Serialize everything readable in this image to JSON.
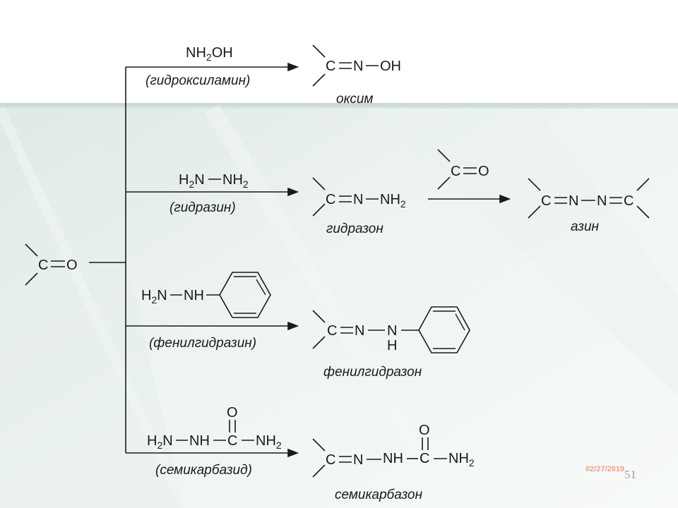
{
  "slide_number": "51",
  "date": "02/27/2019",
  "colors": {
    "date": "#f3a08c",
    "number": "#9a9a9a",
    "stripe": "#cfdcd6"
  },
  "reactant": {
    "c": "C",
    "o": "O"
  },
  "oxime": {
    "reagent": "NH",
    "reagent_sub": "2",
    "reagent_tail": "OH",
    "reagent_name": "(гидроксиламин)",
    "product_c": "C",
    "product_n": "N",
    "product_oh": "OH",
    "product_name": "оксим"
  },
  "hydrazone": {
    "reagent_h": "H",
    "reagent_h_sub": "2",
    "reagent_n": "N",
    "reagent_nh": "NH",
    "reagent_nh_sub": "2",
    "reagent_name": "(гидразин)",
    "product_c": "C",
    "product_n": "N",
    "product_nh": "NH",
    "product_nh_sub": "2",
    "product_name": "гидразон"
  },
  "azine": {
    "reagent_c": "C",
    "reagent_o": "O",
    "c1": "C",
    "n1": "N",
    "n2": "N",
    "c2": "C",
    "product_name": "азин"
  },
  "phenylhydrazone": {
    "reagent_h": "H",
    "reagent_h_sub": "2",
    "reagent_n": "N",
    "reagent_nh": "NH",
    "reagent_name": "(фенилгидразин)",
    "product_c": "C",
    "product_n1": "N",
    "product_n2": "N",
    "product_h": "H",
    "product_name": "фенилгидразон"
  },
  "semicarbazone": {
    "reagent_h": "H",
    "reagent_h_sub": "2",
    "reagent_n": "N",
    "reagent_nh": "NH",
    "reagent_c": "C",
    "reagent_o": "O",
    "reagent_nh2": "NH",
    "reagent_nh2_sub": "2",
    "reagent_name": "(семикарбазид)",
    "product_c": "C",
    "product_n": "N",
    "product_nh": "NH",
    "product_c2": "C",
    "product_o": "O",
    "product_nh2": "NH",
    "product_nh2_sub": "2",
    "product_name": "семикарбазон"
  }
}
